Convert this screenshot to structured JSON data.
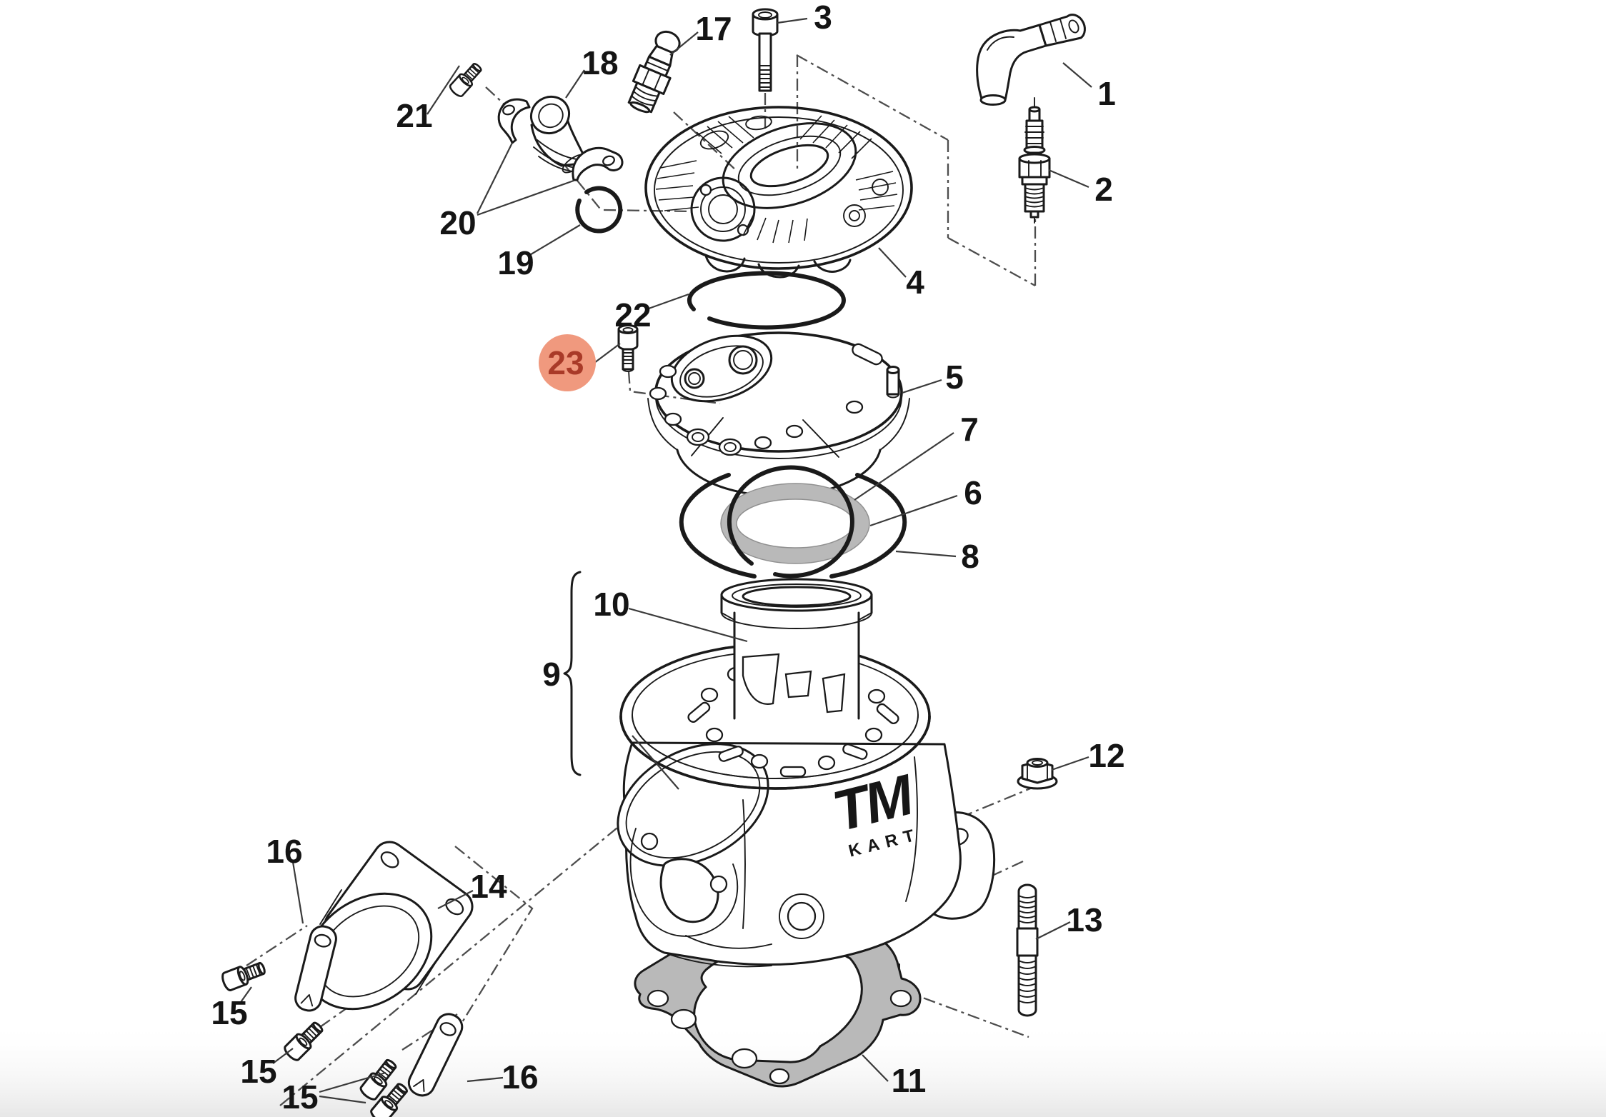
{
  "figure": {
    "callouts": [
      {
        "label": "1"
      },
      {
        "label": "2"
      },
      {
        "label": "3"
      },
      {
        "label": "4"
      },
      {
        "label": "5"
      },
      {
        "label": "6"
      },
      {
        "label": "7"
      },
      {
        "label": "8"
      },
      {
        "label": "9"
      },
      {
        "label": "10"
      },
      {
        "label": "11"
      },
      {
        "label": "12"
      },
      {
        "label": "13"
      },
      {
        "label": "14"
      },
      {
        "label": "15"
      },
      {
        "label": "15"
      },
      {
        "label": "15"
      },
      {
        "label": "16"
      },
      {
        "label": "16"
      },
      {
        "label": "17"
      },
      {
        "label": "18"
      },
      {
        "label": "19"
      },
      {
        "label": "20"
      },
      {
        "label": "21"
      },
      {
        "label": "22"
      },
      {
        "label": "23"
      }
    ],
    "highlighted_callout": "23",
    "logo": {
      "primary": "TM",
      "secondary": "KART"
    },
    "colors": {
      "line": "#1A1A1A",
      "construction": "#4D4D4D",
      "leader": "#3A3A3A",
      "label": "#141414",
      "highlight_fill": "#F0997E",
      "highlight_text": "#A93A28",
      "gasket_fill": "#B9B9B9",
      "ring_fill": "#B9B9B9",
      "background": "#FFFFFF",
      "background_fade": "#E7E7E7"
    }
  }
}
